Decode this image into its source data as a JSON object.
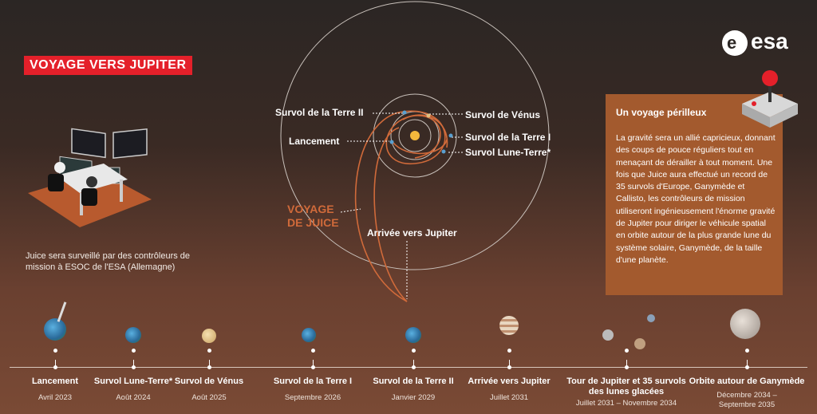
{
  "title": "VOYAGE VERS JUPITER",
  "logo": {
    "text": "esa",
    "icon": "esa-logo-icon"
  },
  "control_description": "Juice sera surveillé par des contrôleurs de mission à ESOC de l'ESA (Allemagne)",
  "orbit_labels": {
    "flyby_earth_2": "Survol de la Terre II",
    "launch": "Lancement",
    "flyby_venus": "Survol de Vénus",
    "flyby_earth_1": "Survol de la Terre I",
    "flyby_moon_earth": "Survol Lune-Terre*",
    "juice_trajectory": "VOYAGE DE JUICE",
    "arrival": "Arrivée vers Jupiter"
  },
  "info_box": {
    "title": "Un voyage périlleux",
    "body": "La gravité sera un allié capricieux, donnant des coups de pouce réguliers tout en menaçant de dérailler à tout moment. Une fois que Juice aura effectué un record de 35 survols d'Europe, Ganymède et Callisto, les contrôleurs de mission utiliseront ingénieusement l'énorme gravité de Jupiter pour diriger le véhicule spatial en orbite autour de la plus grande lune du système solaire, Ganymède, de la taille d'une planète."
  },
  "timeline": [
    {
      "label": "Lancement",
      "date": "Avril 2023"
    },
    {
      "label": "Survol Lune-Terre*",
      "date": "Août 2024"
    },
    {
      "label": "Survol de Vénus",
      "date": "Août 2025"
    },
    {
      "label": "Survol de la Terre I",
      "date": "Septembre 2026"
    },
    {
      "label": "Survol de la Terre II",
      "date": "Janvier 2029"
    },
    {
      "label": "Arrivée vers Jupiter",
      "date": "Juillet 2031"
    },
    {
      "label": "Tour de Jupiter et 35 survols des lunes glacées",
      "date": "Juillet 2031 – Novembre 2034"
    },
    {
      "label": "Orbite autour de Ganymède",
      "date": "Décembre 2034 – Septembre 2035"
    }
  ],
  "colors": {
    "accent": "#e4202a",
    "trajectory": "#d06a3a",
    "info_box": "#a35a2e"
  }
}
